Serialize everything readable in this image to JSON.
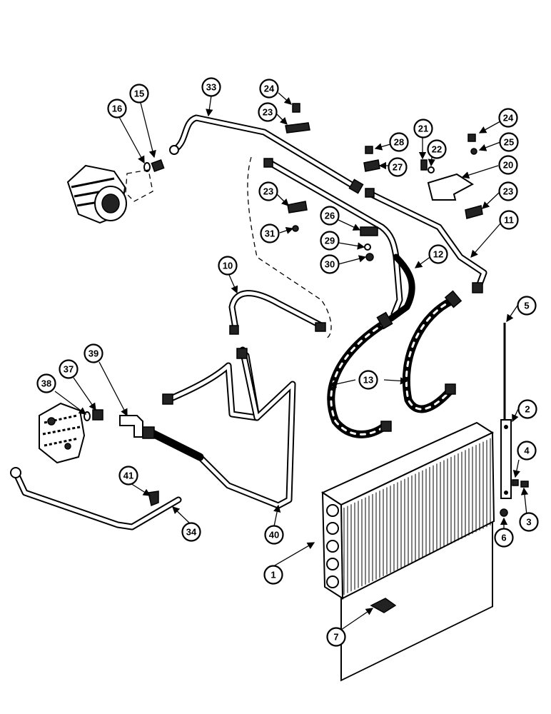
{
  "callouts": [
    "33",
    "24",
    "23",
    "15",
    "16",
    "24",
    "25",
    "28",
    "21",
    "22",
    "27",
    "20",
    "23",
    "23",
    "26",
    "31",
    "29",
    "30",
    "11",
    "12",
    "10",
    "5",
    "13",
    "39",
    "37",
    "38",
    "2",
    "4",
    "3",
    "41",
    "6",
    "34",
    "40",
    "1",
    "7"
  ],
  "colors": {
    "line": "#000000",
    "background": "#ffffff"
  }
}
